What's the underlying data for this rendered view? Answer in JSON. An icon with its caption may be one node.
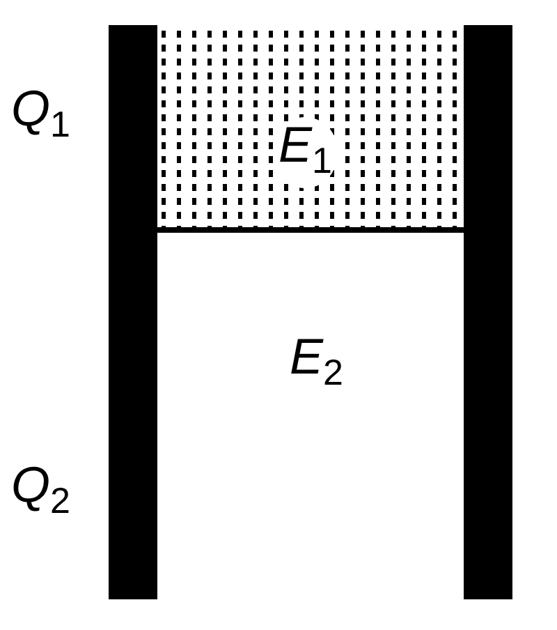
{
  "diagram": {
    "labels": [
      "*Q*$_{1}$",
      "*E*$_{1}$",
      "*E*$_{2}$",
      "*Q*$_{2}$"
    ]
  }
}
